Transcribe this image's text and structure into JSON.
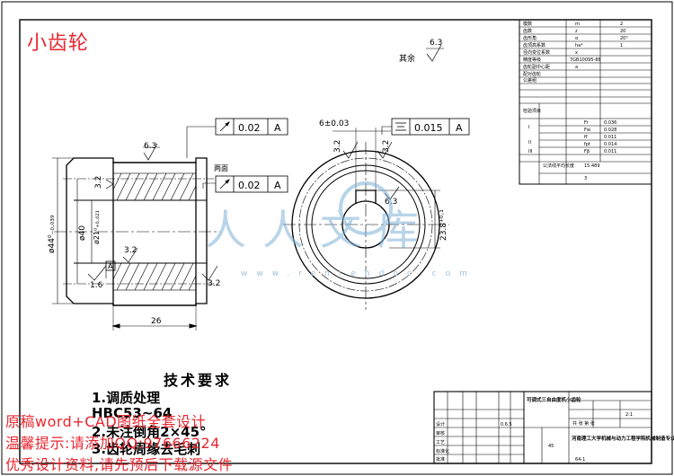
{
  "title": "小齿轮",
  "dims": {
    "dia_outer": "ø44⁰₋₀.₀₃₉",
    "dia_pitch": "ø40",
    "dia_bore": "ø21⁰₊₀.₀₂₁",
    "width": "26",
    "keyway_width": "6±0.03",
    "keyway_depth": "23.8⁺⁰·¹",
    "chamfer": "1.6"
  },
  "roughness": {
    "r1": "6.3",
    "r2": "3.2",
    "r3": "3.2",
    "r4": "1.6",
    "r5": "3.2",
    "r6": "3.2",
    "r7": "6.3",
    "rest_label": "其余",
    "rest_value": "6.3"
  },
  "tolerances": {
    "runout1": {
      "value": "0.02",
      "datum": "A"
    },
    "runout2": {
      "label": "两面",
      "value": "0.02",
      "datum": "A"
    },
    "symmetry": {
      "value": "0.015",
      "datum": "A"
    },
    "datum_letter": "A"
  },
  "tech": {
    "heading": "技术要求",
    "line1": "1.调质处理",
    "line2": "HBC53~64",
    "line3": "2.未注倒角2×45°",
    "line4": "3.齿轮周缘去毛刺"
  },
  "param_table": {
    "rows": [
      {
        "label": "模数",
        "sym": "m",
        "val": "2"
      },
      {
        "label": "齿数",
        "sym": "z",
        "val": "20"
      },
      {
        "label": "齿形角",
        "sym": "α",
        "val": "20°"
      },
      {
        "label": "齿顶高系数",
        "sym": "ha*",
        "val": "1"
      },
      {
        "label": "径向变位系数",
        "sym": "x",
        "val": ""
      },
      {
        "label": "精度等级",
        "sym": "",
        "val": "7GB10095-88"
      },
      {
        "label": "齿轮副中心距",
        "sym": "a",
        "val": ""
      },
      {
        "label": "配对齿轮",
        "sym": "",
        "val": ""
      },
      {
        "label": "公差组",
        "sym": "",
        "val": ""
      },
      {
        "label": "检验项目",
        "sym": "",
        "val": ""
      }
    ],
    "check_rows": [
      {
        "group": "I",
        "sym": "Fr",
        "val": "0.036"
      },
      {
        "group": "",
        "sym": "Fw",
        "val": "0.028"
      },
      {
        "group": "II",
        "sym": "ff",
        "val": "0.011"
      },
      {
        "group": "",
        "sym": "fpt",
        "val": "0.014"
      },
      {
        "group": "III",
        "sym": "Fβ",
        "val": "0.011"
      }
    ],
    "span_label": "公法线平均长度",
    "span_val": "15.489",
    "span_count": "3"
  },
  "title_block": {
    "company": "河南理工大学机械与动力工程学院机械制造专业",
    "part": "可调式三自由度机小齿轮",
    "material": "45",
    "scale": "2:1",
    "sheets": "共 张 第 张",
    "drawing_no": "64-1",
    "weight": "0.6.5",
    "designer_label": "设计",
    "checker_label": "审核",
    "approve_label": "批准",
    "std_label": "标准化",
    "craft_label": "工艺"
  },
  "watermark": {
    "brand": "人人文库",
    "site": "www.renrendoc.com",
    "line1": "原稿word+CAD图纸全套设计",
    "line2": "温馨提示:请添加QQ:97666224",
    "line3": "优秀设计资料,请先预后下载源文件"
  }
}
